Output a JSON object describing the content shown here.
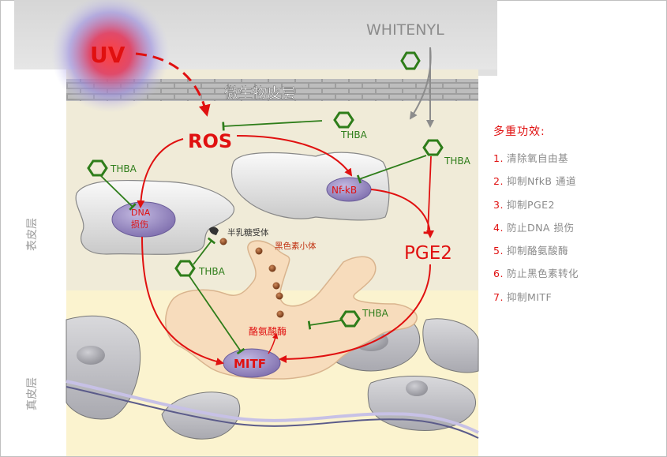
{
  "labels": {
    "uv": "UV",
    "whitenyl": "WHITENYL",
    "stratum_corneum": "微生物皮层",
    "ros": "ROS",
    "nfkb": "Nf-kB",
    "dna_line1": "DNA",
    "dna_line2": "损伤",
    "galactose_receptor": "半乳糖受体",
    "melanosome": "黑色素小体",
    "pge2": "PGE2",
    "tyrosinase": "酪氨酸酶",
    "mitf": "MITF",
    "epidermis": "表皮层",
    "dermis": "真皮层"
  },
  "thba_labels": [
    "THBA",
    "THBA",
    "THBA",
    "THBA",
    "THBA"
  ],
  "legend": {
    "title": "多重功效:",
    "items": [
      {
        "num": "1.",
        "text": "清除氧自由基"
      },
      {
        "num": "2.",
        "text": "抑制NfkB 通道"
      },
      {
        "num": "3.",
        "text": "抑制PGE2"
      },
      {
        "num": "4.",
        "text": "防止DNA 损伤"
      },
      {
        "num": "5.",
        "text": "抑制酪氨酸酶"
      },
      {
        "num": "6.",
        "text": "防止黑色素转化"
      },
      {
        "num": "7.",
        "text": "抑制MITF"
      }
    ]
  },
  "colors": {
    "red": "#e01010",
    "green": "#2e7d1a",
    "gray": "#8c8c8c",
    "nucleus": "#8b7ab8"
  },
  "icons": {
    "thba": "hexagon-icon"
  }
}
